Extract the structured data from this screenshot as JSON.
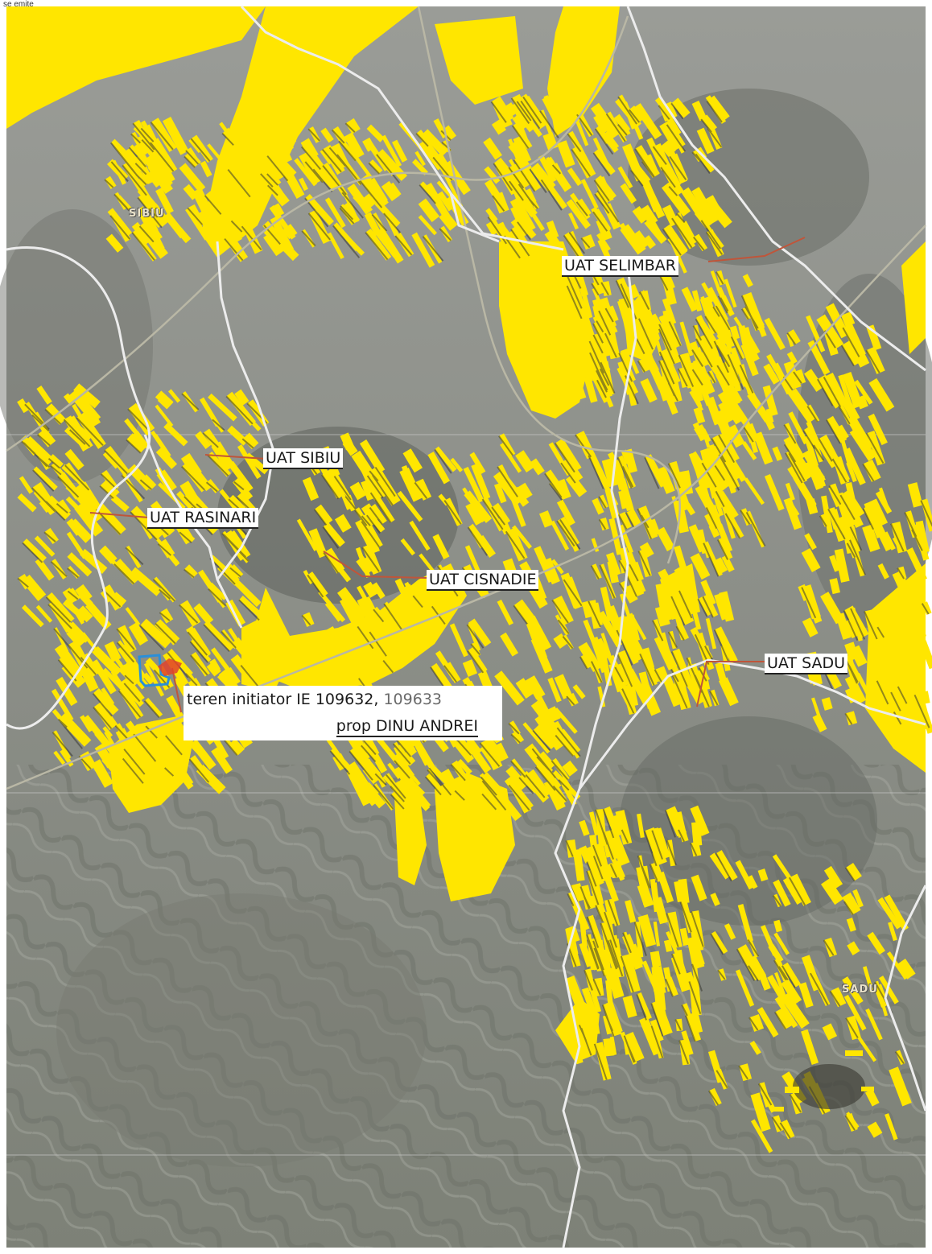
{
  "map": {
    "header_text": "se emite",
    "town_labels": {
      "sibiu": "SIBIU",
      "sadu": "SADU"
    },
    "uat_labels": {
      "selimbar": "UAT SELIMBAR",
      "sibiu": "UAT SIBIU",
      "rasinari": "UAT RASINARI",
      "cisnadie": "UAT CISNADIE",
      "sadu": "UAT SADU"
    },
    "plot": {
      "line1_prefix": "teren initiator IE 109632,",
      "line1_suffix": "109633",
      "line2": "prop DINU ANDREI"
    },
    "colors": {
      "parcels": "#ffe600",
      "terrain": "#8f918c",
      "leader_lines": "#c0553a",
      "boundaries": "#e6e6e6",
      "plot_outline": "#2a8fd8",
      "plot_marker": "#e0432b"
    }
  }
}
